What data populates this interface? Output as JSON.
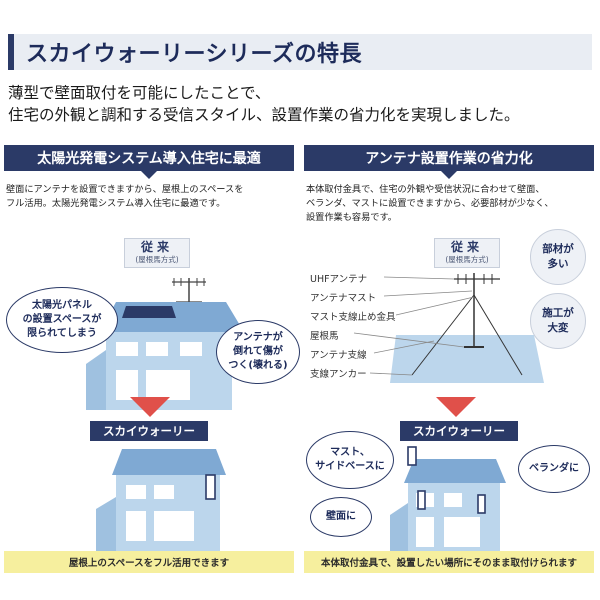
{
  "title": "スカイウォーリーシリーズの特長",
  "intro": {
    "line1": "薄型で壁面取付を可能にしたことで、",
    "line2": "住宅の外観と調和する受信スタイル、設置作業の省力化を実現しました。"
  },
  "left": {
    "heading": "太陽光発電システム導入住宅に最適",
    "desc_line1": "壁面にアンテナを設置できますから、屋根上のスペースを",
    "desc_line2": "フル活用。太陽光発電システム導入住宅に最適です。",
    "jurai_main": "従来",
    "jurai_sub": "(屋根馬方式)",
    "bubble_solar": "太陽光パネル\nの設置スペースが\n限られてしまう",
    "bubble_antenna": "アンテナが\n倒れて傷が\nつく(壊れる)",
    "sky_label": "スカイウォーリー",
    "bottom": "屋根上のスペースをフル活用できます"
  },
  "right": {
    "heading": "アンテナ設置作業の省力化",
    "desc_line1": "本体取付金具で、住宅の外観や受信状況に合わせて壁面、",
    "desc_line2": "ベランダ、マストに設置できますから、必要部材が少なく、",
    "desc_line3": "設置作業も容易です。",
    "jurai_main": "従来",
    "jurai_sub": "(屋根馬方式)",
    "parts": [
      "UHFアンテナ",
      "アンテナマスト",
      "マスト支線止め金具",
      "屋根馬",
      "アンテナ支線",
      "支線アンカー"
    ],
    "badge1": "部材が\n多い",
    "badge2": "施工が\n大変",
    "sky_label": "スカイウォーリー",
    "bubble_mast": "マスト、\nサイドベースに",
    "bubble_veranda": "ベランダに",
    "bubble_wall": "壁面に",
    "bottom": "本体取付金具で、設置したい場所にそのまま取付けられます"
  },
  "colors": {
    "navy": "#2b3a67",
    "house": "#bcd6ec",
    "roof": "#7fa9d3",
    "strip": "#f6ef9e",
    "arrow": "#e0504a"
  }
}
